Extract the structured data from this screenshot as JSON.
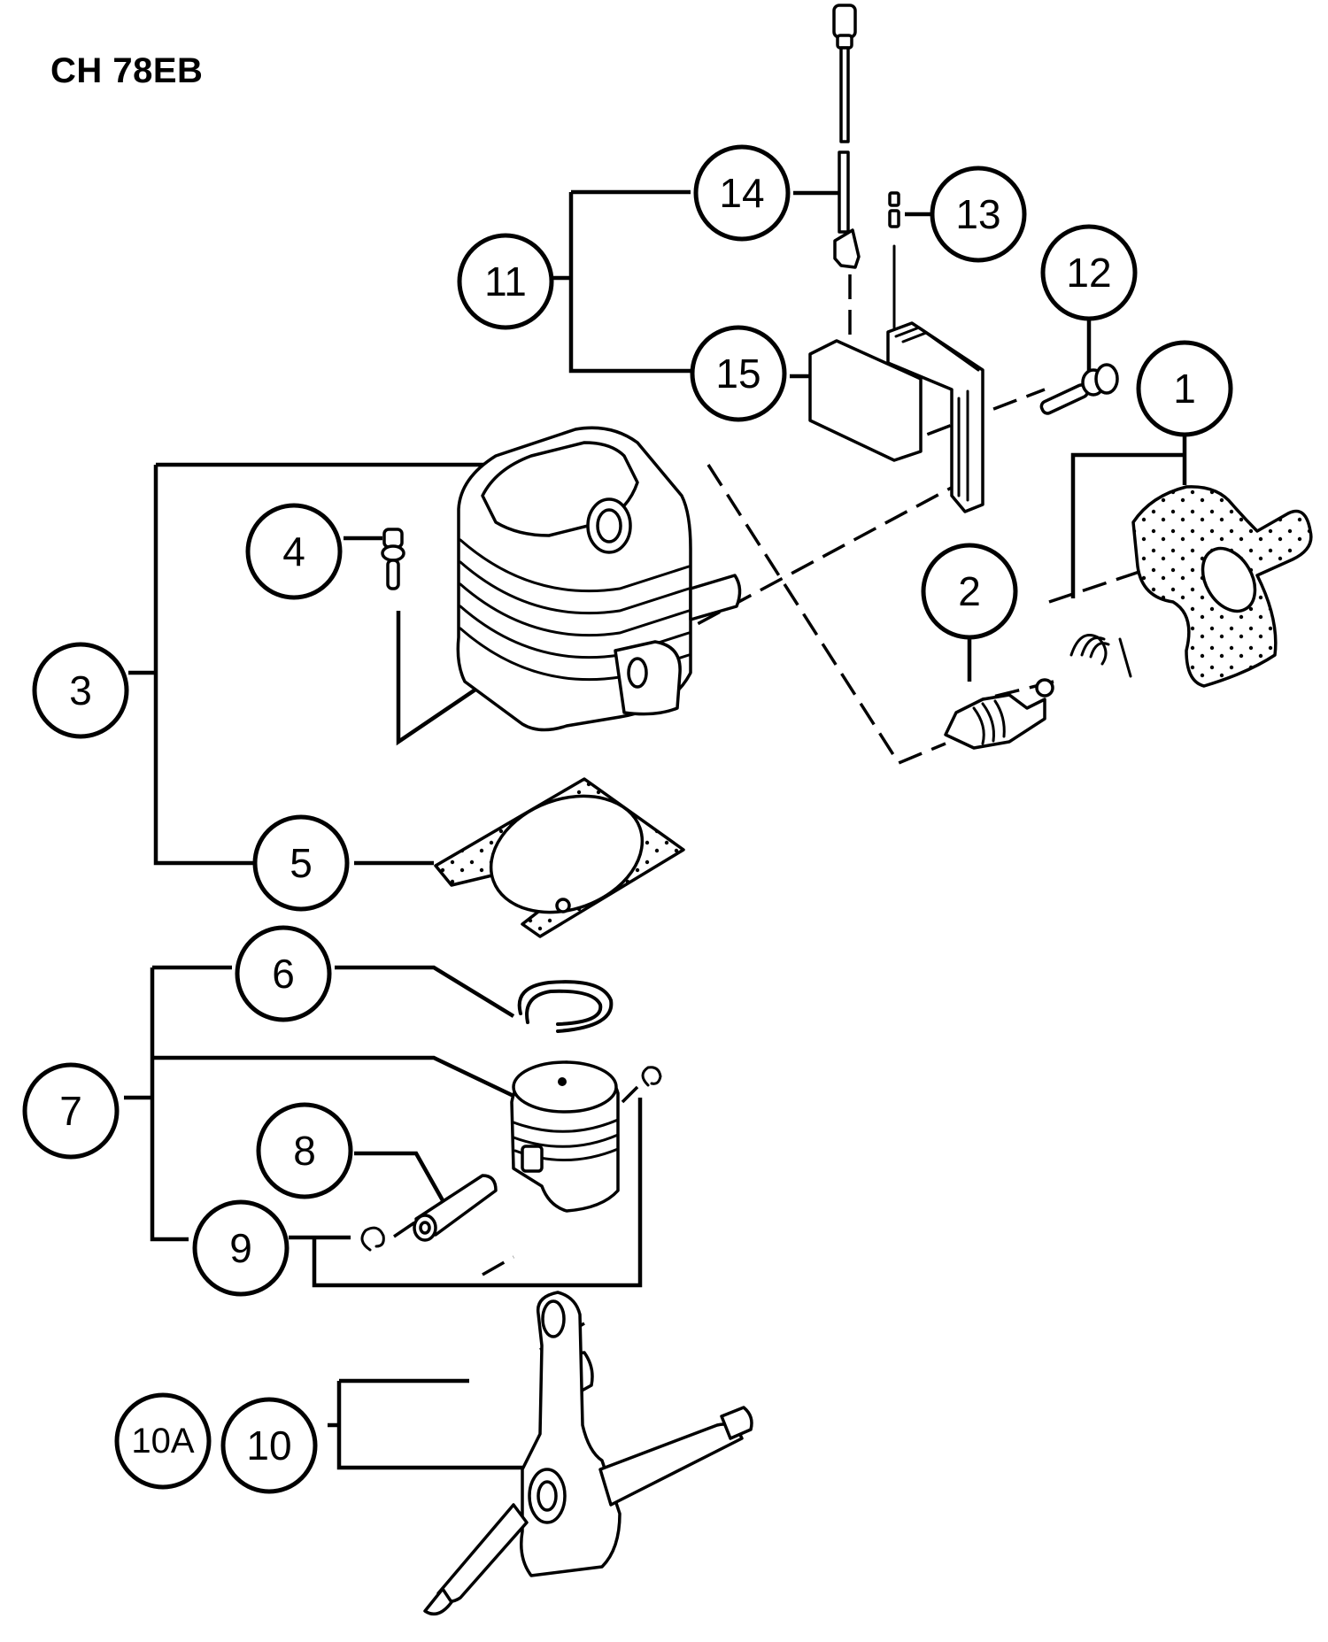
{
  "title": "CH 78EB",
  "callouts": [
    {
      "id": "1",
      "label": "1"
    },
    {
      "id": "2",
      "label": "2"
    },
    {
      "id": "3",
      "label": "3"
    },
    {
      "id": "4",
      "label": "4"
    },
    {
      "id": "5",
      "label": "5"
    },
    {
      "id": "6",
      "label": "6"
    },
    {
      "id": "7",
      "label": "7"
    },
    {
      "id": "8",
      "label": "8"
    },
    {
      "id": "9",
      "label": "9"
    },
    {
      "id": "10",
      "label": "10"
    },
    {
      "id": "10A",
      "label": "10A"
    },
    {
      "id": "11",
      "label": "11"
    },
    {
      "id": "12",
      "label": "12"
    },
    {
      "id": "13",
      "label": "13"
    },
    {
      "id": "14",
      "label": "14"
    },
    {
      "id": "15",
      "label": "15"
    }
  ],
  "parts": [
    {
      "callout": "1",
      "name": "spark-plug-cap-and-spring"
    },
    {
      "callout": "2",
      "name": "spark-plug"
    },
    {
      "callout": "3",
      "name": "cylinder-assembly"
    },
    {
      "callout": "4",
      "name": "decompression-valve"
    },
    {
      "callout": "5",
      "name": "cylinder-gasket"
    },
    {
      "callout": "6",
      "name": "piston-ring"
    },
    {
      "callout": "7",
      "name": "piston-assembly"
    },
    {
      "callout": "8",
      "name": "piston-pin"
    },
    {
      "callout": "9",
      "name": "circlip"
    },
    {
      "callout": "10",
      "name": "crankshaft-assembly"
    },
    {
      "callout": "10A",
      "name": "crankshaft-assembly-alt"
    },
    {
      "callout": "11",
      "name": "ignition-coil-assembly"
    },
    {
      "callout": "12",
      "name": "coil-screw"
    },
    {
      "callout": "13",
      "name": "terminal"
    },
    {
      "callout": "14",
      "name": "ignition-lead"
    },
    {
      "callout": "15",
      "name": "ignition-coil"
    }
  ]
}
